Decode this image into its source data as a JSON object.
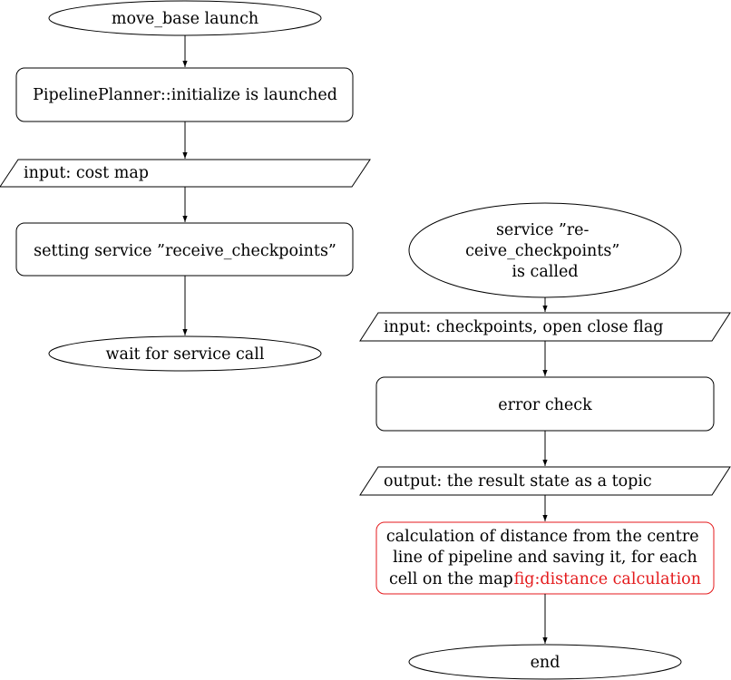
{
  "flowchart": {
    "left": {
      "start": "move_base launch",
      "init": "PipelinePlanner::initialize is launched",
      "input": "input:  cost map",
      "setting": "setting service ”receive_checkpoints”",
      "wait": "wait for service call"
    },
    "right": {
      "start_lines": [
        "service ”re-",
        "ceive_checkpoints”",
        "is called"
      ],
      "input": "input:  checkpoints, open close flag",
      "check": "error check",
      "output": "output:  the result state as a topic",
      "calc_lines": [
        "calculation of distance from the centre",
        "line of pipeline and saving it, for each",
        "cell on the map"
      ],
      "calc_ref": "fig:distance calculation",
      "end": "end"
    },
    "colors": {
      "stroke": "#000000",
      "highlight": "#e41a1c"
    }
  }
}
